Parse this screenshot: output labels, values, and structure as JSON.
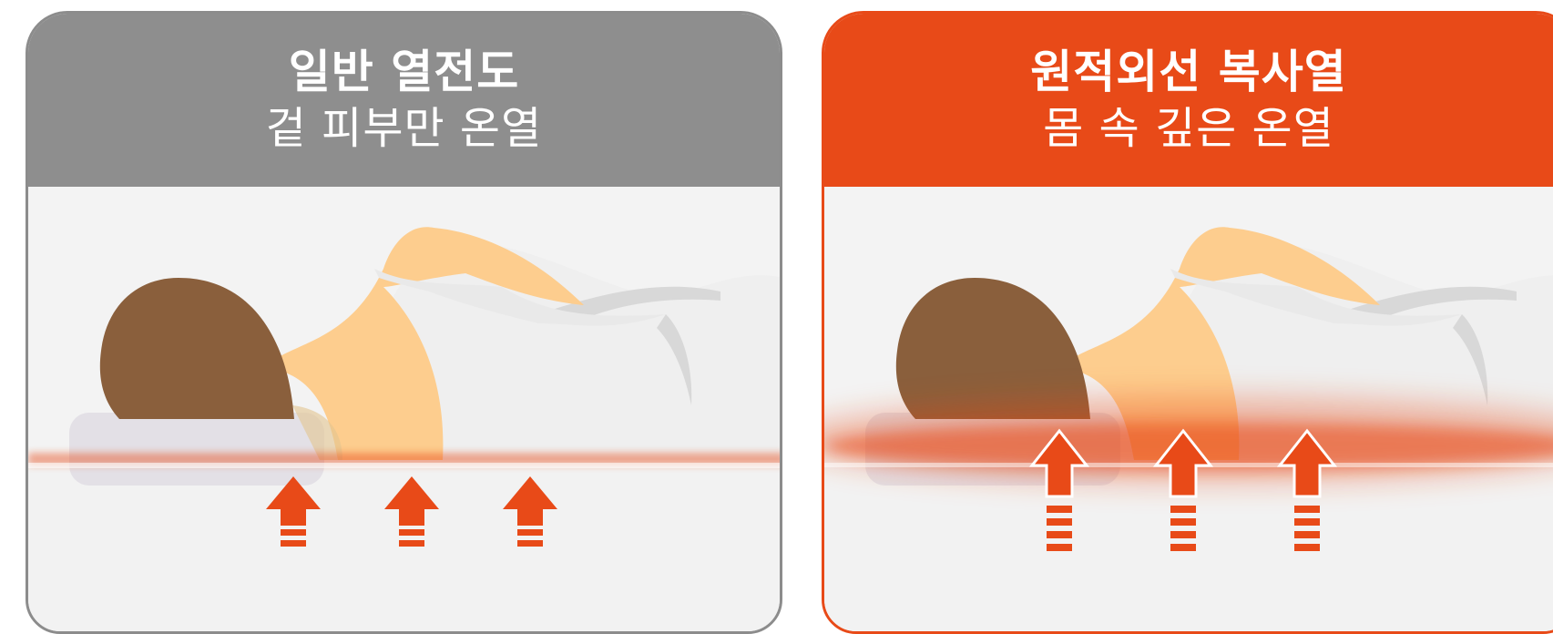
{
  "panels": [
    {
      "id": "conduction",
      "title": "일반 열전도",
      "subtitle": "겉 피부만 온열",
      "header_color": "#8e8e8e",
      "heat_depth": "surface",
      "arrows": 3
    },
    {
      "id": "far-infrared",
      "title": "원적외선 복사열",
      "subtitle": "몸 속 깊은 온열",
      "header_color": "#e84a18",
      "heat_depth": "deep",
      "arrows": 3
    }
  ],
  "colors": {
    "accent": "#e84a18",
    "neutral": "#8e8e8e",
    "hair": "#8a5f3c",
    "skin": "#fdcd8e",
    "blanket": "#efefef",
    "pillow": "#e3e0e6"
  },
  "icons": [
    "up-arrow-icon",
    "sleeping-person-illustration",
    "heat-glow"
  ]
}
